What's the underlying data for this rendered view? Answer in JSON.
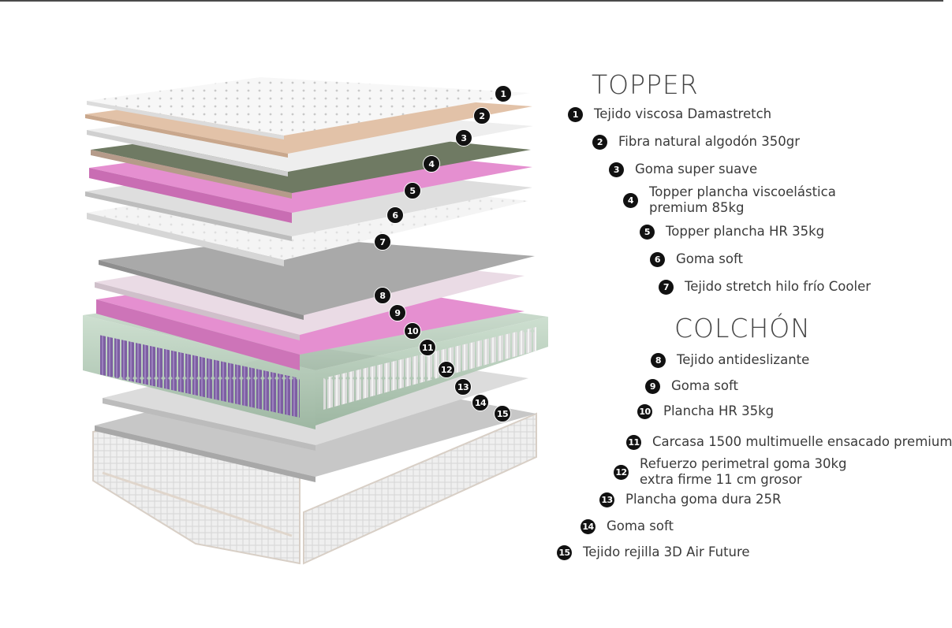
{
  "sections": {
    "topper_title": "TOPPER",
    "colchon_title": "COLCHÓN"
  },
  "layers": [
    {
      "n": "1",
      "label": "Tejido viscosa Damastretch"
    },
    {
      "n": "2",
      "label": "Fibra natural algodón 350gr"
    },
    {
      "n": "3",
      "label": "Goma super suave"
    },
    {
      "n": "4",
      "label": "Topper plancha viscoelástica\n   premium 85kg"
    },
    {
      "n": "5",
      "label": "Topper plancha HR 35kg"
    },
    {
      "n": "6",
      "label": "Goma soft"
    },
    {
      "n": "7",
      "label": "Tejido stretch hilo frío Cooler"
    },
    {
      "n": "8",
      "label": "Tejido antideslizante"
    },
    {
      "n": "9",
      "label": "Goma soft"
    },
    {
      "n": "10",
      "label": "Plancha HR 35kg"
    },
    {
      "n": "11",
      "label": "Carcasa 1500 multimuelle ensacado premium"
    },
    {
      "n": "12",
      "label": "Refuerzo perimetral goma 30kg\nextra firme 11 cm grosor"
    },
    {
      "n": "13",
      "label": "Plancha goma dura 25R"
    },
    {
      "n": "14",
      "label": "Goma soft"
    },
    {
      "n": "15",
      "label": "Tejido rejilla 3D Air Future"
    }
  ],
  "colors": {
    "pink": "#e58fd0",
    "beige": "#e2c2a8",
    "olive": "#6f7a63",
    "grey": "#b3b3b3",
    "spring_purple": "#7d5fa2",
    "spring_white": "#e4e4e4"
  }
}
